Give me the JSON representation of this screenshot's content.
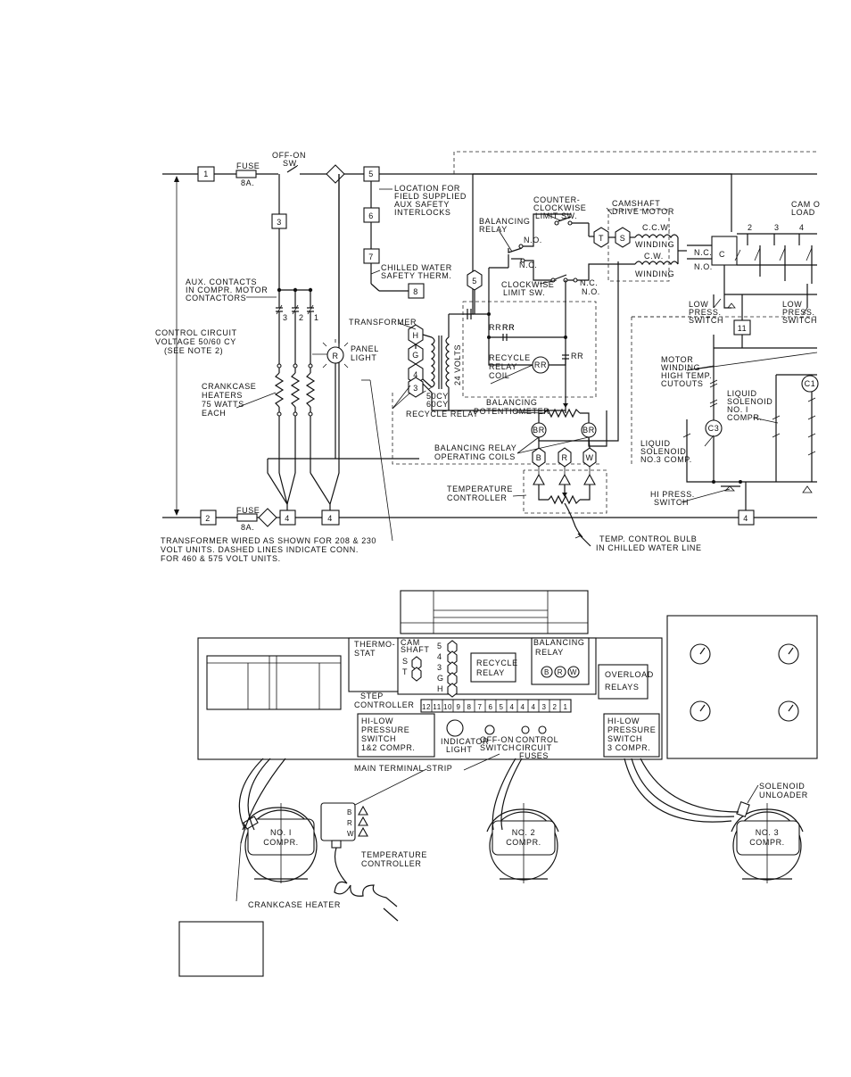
{
  "schematic": {
    "labels": {
      "off_on_sw": [
        "OFF-ON",
        "SW."
      ],
      "fuse_top": [
        "FUSE",
        "8A."
      ],
      "fuse_bottom": [
        "FUSE",
        "8A."
      ],
      "location": [
        "LOCATION FOR",
        "FIELD SUPPLIED",
        "AUX SAFETY",
        "INTERLOCKS"
      ],
      "chilled_water": [
        "CHILLED WATER",
        "SAFETY THERM."
      ],
      "aux_contacts": [
        "AUX. CONTACTS",
        "IN COMPR. MOTOR",
        "CONTACTORS"
      ],
      "control_circuit": [
        "CONTROL CIRCUIT",
        "VOLTAGE 50/60 CY",
        "(SEE NOTE 2)"
      ],
      "panel_light": [
        "PANEL",
        "LIGHT"
      ],
      "crankcase_heaters": [
        "CRANKCASE",
        "HEATERS",
        "75 WATTS",
        "EACH"
      ],
      "transformer": "TRANSFORMER",
      "volts": "24 VOLTS",
      "cy": [
        "50CY",
        "60CY"
      ],
      "recycle_relay": "RECYCLE RELAY",
      "recycle_relay_coil": [
        "RECYCLE",
        "RELAY",
        "COIL"
      ],
      "balancing_relay_top": [
        "BALANCING",
        "RELAY"
      ],
      "ccw_limit": [
        "COUNTER-",
        "CLOCKWISE",
        "LIMIT SW."
      ],
      "camshaft_motor": [
        "CAMSHAFT",
        "DRIVE MOTOR"
      ],
      "ccw_winding": [
        "C.C.W.",
        "WINDING"
      ],
      "cw_winding": [
        "C.W.",
        "WINDING"
      ],
      "cw_limit": [
        "CLOCKWISE",
        "LIMIT SW."
      ],
      "no": "N.O.",
      "nc": "N.C.",
      "cam_load": [
        "CAM O",
        "LOAD"
      ],
      "low_press_left": [
        "LOW",
        "PRESS.",
        "SWITCH"
      ],
      "low_press_right": [
        "LOW",
        "PRESS.",
        "SWITCH"
      ],
      "motor_winding": [
        "MOTOR",
        "WINDING",
        "HIGH TEMP.",
        "CUTOUTS"
      ],
      "liquid_solenoid_1": [
        "LIQUID",
        "SOLENOID",
        "NO. I",
        "COMPR."
      ],
      "liquid_solenoid_3": [
        "LIQUID",
        "SOLENOID",
        "NO.3 COMP."
      ],
      "hi_press": [
        "HI PRESS.",
        "SWITCH"
      ],
      "balancing_pot": [
        "BALANCING",
        "POTENTIOMETER"
      ],
      "balancing_coils": [
        "BALANCING  RELAY",
        "OPERATING  COILS"
      ],
      "temp_controller": [
        "TEMPERATURE",
        "CONTROLLER"
      ],
      "temp_bulb": [
        "TEMP. CONTROL BULB",
        "IN CHILLED WATER LINE"
      ],
      "rr": "RR",
      "note": [
        "TRANSFORMER WIRED AS SHOWN FOR 208 & 230",
        "VOLT UNITS. DASHED LINES INDICATE CONN.",
        "FOR 460 & 575 VOLT UNITS."
      ]
    },
    "terminals": {
      "t1": "1",
      "t2": "2",
      "t3": "3",
      "t4a": "4",
      "t4b": "4",
      "t4c": "4",
      "t5": "5",
      "t6": "6",
      "t7": "7",
      "t8": "8",
      "t11": "11"
    },
    "hex": {
      "h": "H",
      "g": "G",
      "h4": "4",
      "h3": "3",
      "h5": "5",
      "b": "B",
      "r": "R",
      "w": "W",
      "t": "T",
      "s": "S"
    },
    "circles": {
      "r": "R",
      "rr": "RR",
      "br1": "BR",
      "br2": "BR",
      "c1": "C1",
      "c3": "C3"
    },
    "contact_nums": [
      "3",
      "2",
      "1"
    ],
    "cam_nums": [
      "C",
      "2",
      "3",
      "4"
    ]
  },
  "layout_view": {
    "thermostat": [
      "THERMO-",
      "STAT"
    ],
    "camshaft": [
      "CAM",
      "SHAFT"
    ],
    "camshaft_letters": [
      "S",
      "T"
    ],
    "hex_column": [
      "5",
      "4",
      "3",
      "G",
      "H"
    ],
    "recycle_relay": [
      "RECYCLE",
      "RELAY"
    ],
    "balancing_relay": [
      "BALANCING",
      "RELAY"
    ],
    "brw": [
      "B",
      "R",
      "W"
    ],
    "overload": [
      "OVERLOAD",
      "RELAYS"
    ],
    "step_controller": [
      "STEP",
      "CONTROLLER"
    ],
    "strip_numbers": [
      "12",
      "11",
      "10",
      "9",
      "8",
      "7",
      "6",
      "5",
      "4",
      "4",
      "4",
      "3",
      "2",
      "1"
    ],
    "hi_low_1": [
      "HI-LOW",
      "PRESSURE",
      "SWITCH",
      "1&2 COMPR."
    ],
    "hi_low_3": [
      "HI-LOW",
      "PRESSURE",
      "SWITCH",
      "3 COMPR."
    ],
    "indicator": [
      "INDICATOR",
      "LIGHT"
    ],
    "off_on": [
      "OFF-ON",
      "SWITCH"
    ],
    "fuses": [
      "CONTROL",
      "CIRCUIT",
      "FUSES"
    ],
    "main_terminal": "MAIN TERMINAL STRIP",
    "compr1": [
      "NO. I",
      "COMPR."
    ],
    "compr2": [
      "NO. 2",
      "COMPR."
    ],
    "compr3": [
      "NO. 3",
      "COMPR."
    ],
    "temp_controller": [
      "TEMPERATURE",
      "CONTROLLER"
    ],
    "crankcase_heater": "CRANKCASE  HEATER",
    "solenoid_unloader": [
      "SOLENOID",
      "UNLOADER"
    ],
    "brw_small": [
      "B",
      "R",
      "W"
    ]
  }
}
